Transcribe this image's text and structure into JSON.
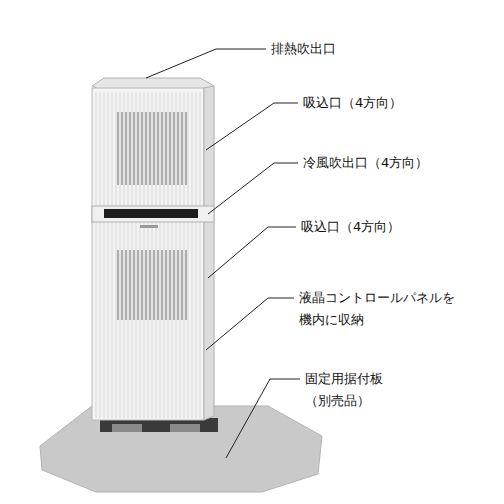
{
  "diagram": {
    "labels": [
      "排熱吹出口",
      "吸込口（4方向）",
      "冷風吹出口（4方向）",
      "吸込口（4方向）",
      "液晶コントロールパネルを 機内に収納",
      "固定用据付板 （別売品）"
    ]
  }
}
